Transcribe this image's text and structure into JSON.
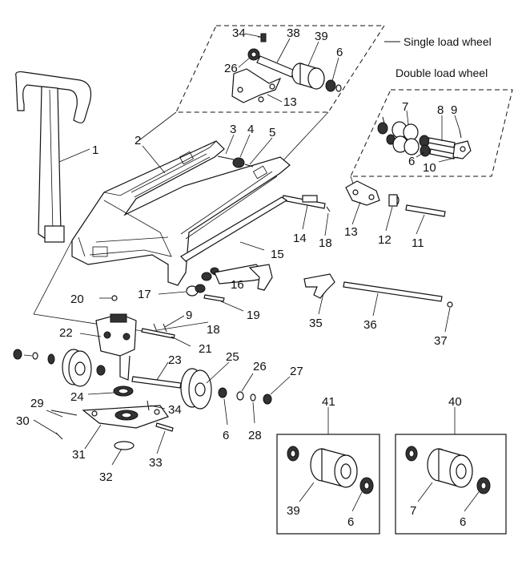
{
  "captions": {
    "single_load_wheel": "Single load wheel",
    "double_load_wheel": "Double load wheel"
  },
  "parts": {
    "p1": "1",
    "p2": "2",
    "p3": "3",
    "p4": "4",
    "p5": "5",
    "p6a": "6",
    "p6b": "6",
    "p6c": "6",
    "p6d": "6",
    "p6e": "6",
    "p7a": "7",
    "p7b": "7",
    "p8": "8",
    "p9a": "9",
    "p9b": "9",
    "p10": "10",
    "p11": "11",
    "p12": "12",
    "p13a": "13",
    "p13b": "13",
    "p14": "14",
    "p15": "15",
    "p16": "16",
    "p17": "17",
    "p18a": "18",
    "p18b": "18",
    "p19": "19",
    "p20": "20",
    "p21": "21",
    "p22": "22",
    "p23": "23",
    "p24": "24",
    "p25": "25",
    "p26a": "26",
    "p26b": "26",
    "p27": "27",
    "p28": "28",
    "p29": "29",
    "p30": "30",
    "p31": "31",
    "p32": "32",
    "p33": "33",
    "p34a": "34",
    "p34b": "34",
    "p35": "35",
    "p36": "36",
    "p37": "37",
    "p38": "38",
    "p39a": "39",
    "p39b": "39",
    "p40": "40",
    "p41": "41"
  }
}
